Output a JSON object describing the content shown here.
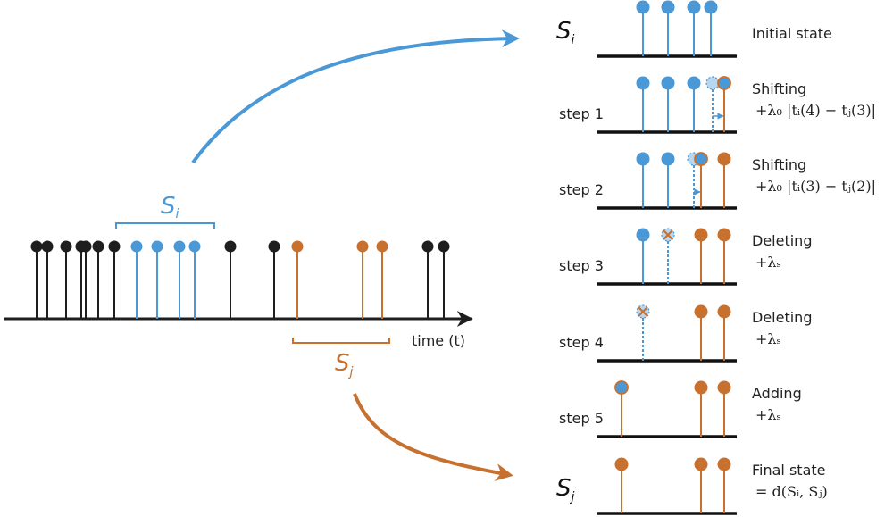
{
  "colors": {
    "black": "#1e1e1e",
    "blue": "#4a98d6",
    "orange": "#c8702e",
    "ghost_blue": "#b9d6ef"
  },
  "timeline": {
    "axis_label": "time (t)",
    "events": [
      {
        "t": 41,
        "group": "other"
      },
      {
        "t": 53,
        "group": "other"
      },
      {
        "t": 74,
        "group": "other"
      },
      {
        "t": 91,
        "group": "other"
      },
      {
        "t": 96,
        "group": "other"
      },
      {
        "t": 110,
        "group": "other"
      },
      {
        "t": 128,
        "group": "other"
      },
      {
        "t": 153,
        "group": "Si"
      },
      {
        "t": 176,
        "group": "Si"
      },
      {
        "t": 201,
        "group": "Si"
      },
      {
        "t": 218,
        "group": "Si"
      },
      {
        "t": 258,
        "group": "other"
      },
      {
        "t": 307,
        "group": "other"
      },
      {
        "t": 333,
        "group": "Sj"
      },
      {
        "t": 406,
        "group": "Sj"
      },
      {
        "t": 428,
        "group": "Sj"
      },
      {
        "t": 479,
        "group": "other"
      },
      {
        "t": 497,
        "group": "other"
      }
    ],
    "si_label": {
      "base": "S",
      "sub": "i"
    },
    "sj_label": {
      "base": "S",
      "sub": "j"
    }
  },
  "steps": [
    {
      "left_label": {
        "base": "S",
        "sub": "i"
      },
      "step_label": "",
      "action": "Initial state",
      "cost": "",
      "spikes": [
        {
          "t": 720,
          "stem": "blue",
          "head": "blue"
        },
        {
          "t": 748,
          "stem": "blue",
          "head": "blue"
        },
        {
          "t": 777,
          "stem": "blue",
          "head": "blue"
        },
        {
          "t": 796,
          "stem": "blue",
          "head": "blue"
        }
      ]
    },
    {
      "left_label": null,
      "step_label": "step 1",
      "action": "Shifting",
      "cost": "+λ₀ |tᵢ(4) − tⱼ(3)|",
      "spikes": [
        {
          "t": 720,
          "stem": "blue",
          "head": "blue"
        },
        {
          "t": 748,
          "stem": "blue",
          "head": "blue"
        },
        {
          "t": 777,
          "stem": "blue",
          "head": "blue"
        },
        {
          "t": 798,
          "stem": "ghost",
          "head": "ghost",
          "shift_to": 811
        },
        {
          "t": 811,
          "stem": "orange",
          "head": "blue-orange-ring"
        }
      ]
    },
    {
      "left_label": null,
      "step_label": "step 2",
      "action": "Shifting",
      "cost": "+λ₀ |tᵢ(3) − tⱼ(2)|",
      "spikes": [
        {
          "t": 720,
          "stem": "blue",
          "head": "blue"
        },
        {
          "t": 748,
          "stem": "blue",
          "head": "blue"
        },
        {
          "t": 777,
          "stem": "ghost",
          "head": "ghost",
          "shift_to": 785
        },
        {
          "t": 785,
          "stem": "orange",
          "head": "blue-orange-ring"
        },
        {
          "t": 811,
          "stem": "orange",
          "head": "orange"
        }
      ]
    },
    {
      "left_label": null,
      "step_label": "step 3",
      "action": "Deleting",
      "cost": "+λₛ",
      "spikes": [
        {
          "t": 720,
          "stem": "blue",
          "head": "blue"
        },
        {
          "t": 748,
          "stem": "ghost",
          "head": "deleted"
        },
        {
          "t": 785,
          "stem": "orange",
          "head": "orange"
        },
        {
          "t": 811,
          "stem": "orange",
          "head": "orange"
        }
      ]
    },
    {
      "left_label": null,
      "step_label": "step 4",
      "action": "Deleting",
      "cost": "+λₛ",
      "spikes": [
        {
          "t": 720,
          "stem": "ghost",
          "head": "deleted"
        },
        {
          "t": 785,
          "stem": "orange",
          "head": "orange"
        },
        {
          "t": 811,
          "stem": "orange",
          "head": "orange"
        }
      ]
    },
    {
      "left_label": null,
      "step_label": "step 5",
      "action": "Adding",
      "cost": "+λₛ",
      "spikes": [
        {
          "t": 696,
          "stem": "orange",
          "head": "blue-orange-ring"
        },
        {
          "t": 785,
          "stem": "orange",
          "head": "orange"
        },
        {
          "t": 811,
          "stem": "orange",
          "head": "orange"
        }
      ]
    },
    {
      "left_label": {
        "base": "S",
        "sub": "j"
      },
      "step_label": "",
      "action": "Final state",
      "cost": "= d(Sᵢ, Sⱼ)",
      "spikes": [
        {
          "t": 696,
          "stem": "orange",
          "head": "orange"
        },
        {
          "t": 785,
          "stem": "orange",
          "head": "orange"
        },
        {
          "t": 811,
          "stem": "orange",
          "head": "orange"
        }
      ]
    }
  ]
}
